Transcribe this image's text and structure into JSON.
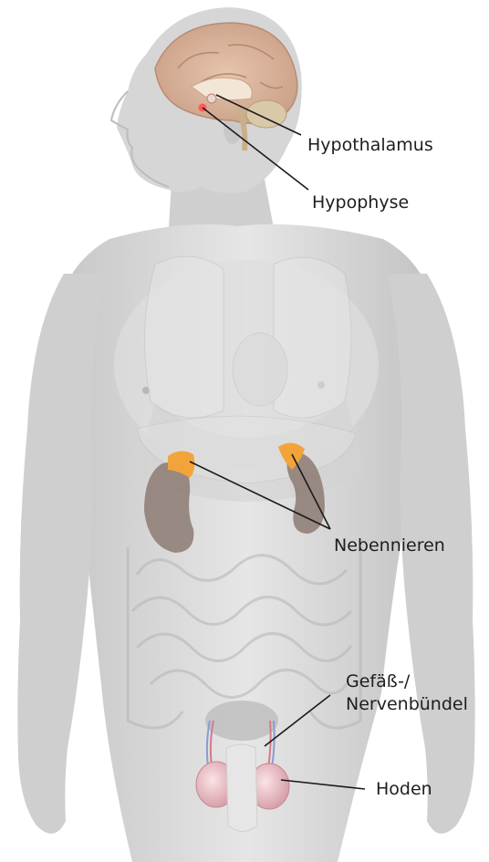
{
  "labels": {
    "hypothalamus": "Hypothalamus",
    "hypophyse": "Hypophyse",
    "nebennieren": "Nebennieren",
    "gefaess_line1": "Gefäß-/",
    "gefaess_line2": "Nervenbündel",
    "hoden": "Hoden"
  },
  "colors": {
    "skin": "#d4d4d4",
    "brain": "#d7b29a",
    "kidney": "#8c7a72",
    "adrenal": "#f2a43a",
    "testis": "#f0c8cc",
    "leader_line": "#1a1a1a"
  }
}
